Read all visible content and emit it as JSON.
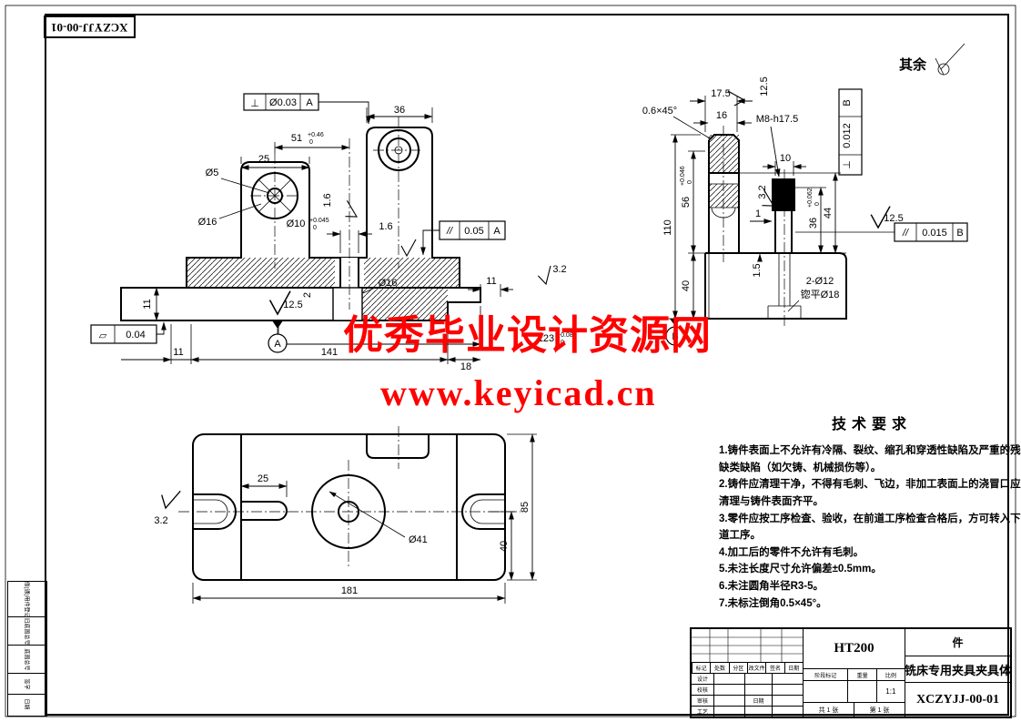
{
  "corner_code": "XCZYJJ-00-01",
  "surface_note": "其余",
  "watermark": {
    "line1": "优秀毕业设计资源网",
    "line2": "www.keyicad.cn",
    "color": "#ff0000"
  },
  "front": {
    "gdt_perp": {
      "sym": "⊥",
      "val": "Ø0.03",
      "datum": "A"
    },
    "gdt_para": {
      "sym": "//",
      "val": "0.05",
      "datum": "A"
    },
    "gdt_flat": {
      "sym": "▱",
      "val": "0.04"
    },
    "datum_a": "A",
    "d36": "36",
    "d51": "51",
    "d51_sup": "+0.46",
    "d51_sub": "0",
    "d25": "25",
    "dia5": "Ø5",
    "dia16": "Ø16",
    "dia10": "Ø10",
    "dia10_sup": "+0.045",
    "dia10_sub": "0",
    "ra16a": "1.6",
    "ra16b": "1.6",
    "dia16b": "Ø16",
    "d11r": "11",
    "ra32": "3.2",
    "d11l": "11",
    "ra125": "12.5",
    "d2": "2",
    "d123": "123",
    "d123_sup": "+0.08",
    "d123_sub": "0",
    "d141": "141",
    "d11b": "11",
    "d18": "18"
  },
  "side": {
    "d175": "17.5",
    "d16": "16",
    "chamfer": "0.6×45°",
    "thread": "M8-h17.5",
    "ra125a": "12.5",
    "gdt_perp": {
      "sym": "⊥",
      "val": "0.012",
      "datum": "B"
    },
    "d10": "10",
    "ra32a": "3.2",
    "d1": "1",
    "d44": "44",
    "d36": "36",
    "d36_sup": "+0.062",
    "d36_sub": "0",
    "ra125b": "12.5",
    "gdt_para": {
      "sym": "//",
      "val": "0.015",
      "datum": "B"
    },
    "d110": "110",
    "d56": "56",
    "d56_sup": "+0.046",
    "d56_sub": "0",
    "d40": "40",
    "d15": "1.5",
    "holes": "2-Ø12",
    "spotface": "锪平Ø18",
    "datum_b": "B"
  },
  "bottom": {
    "d25": "25",
    "dia41": "Ø41",
    "d85": "85",
    "d40": "40",
    "d181": "181",
    "ra32": "3.2"
  },
  "tech": {
    "title": "技术要求",
    "items": [
      "1.铸件表面上不允许有冷隔、裂纹、缩孔和穿透性缺陷及严重的残缺类缺陷（如欠铸、机械损伤等）。",
      "2.铸件应清理干净，不得有毛刺、飞边，非加工表面上的浇冒口应清理与铸件表面齐平。",
      "3.零件应按工序检查、验收，在前道工序检查合格后，方可转入下道工序。",
      "4.加工后的零件不允许有毛刺。",
      "5.未注长度尺寸允许偏差±0.5mm。",
      "6.未注圆角半径R3-5。",
      "7.未标注倒角0.5×45°。"
    ]
  },
  "titleblock": {
    "material": "HT200",
    "qty": "件",
    "part_name": "铣床专用夹具夹具体",
    "drawing_no": "XCZYJJ-00-01",
    "scale": "1:1",
    "sheet": "共 1 张",
    "page": "第 1 张",
    "stage": "阶段标记",
    "weight": "重量",
    "ratio": "比例",
    "row_headers": [
      "标记",
      "处数",
      "分区",
      "更改文件号",
      "签名",
      "日期"
    ],
    "left_rows": [
      "设计",
      "校核",
      "审核",
      "工艺"
    ],
    "date_label": "日期"
  },
  "side_strip": [
    "借(通)用件登记",
    "旧底图总号",
    "底图总号",
    "签字",
    "日期"
  ]
}
